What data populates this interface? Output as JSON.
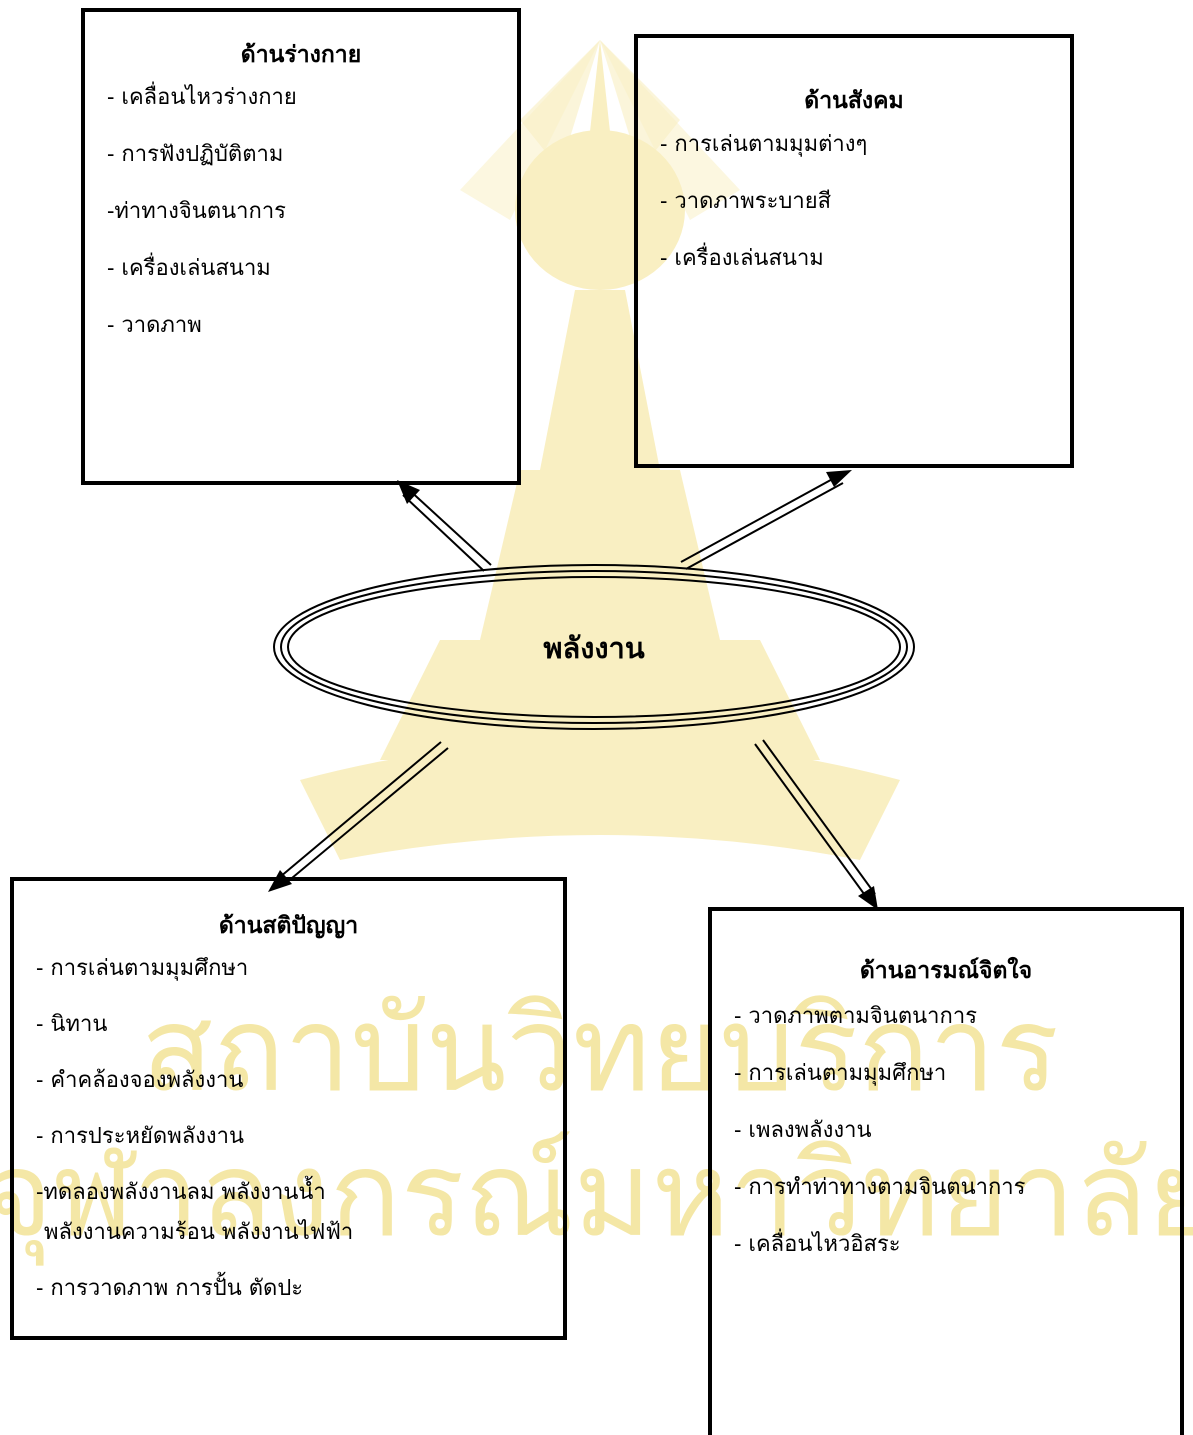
{
  "center": {
    "label": "พลังงาน"
  },
  "boxes": {
    "physical": {
      "title": "ด้านร่างกาย",
      "items": [
        "- เคลื่อนไหวร่างกาย",
        "- การฟังปฏิบัติตาม",
        "-ท่าทางจินตนาการ",
        "- เครื่องเล่นสนาม",
        "- วาดภาพ"
      ]
    },
    "social": {
      "title": "ด้านสังคม",
      "items": [
        "- การเล่นตามมุมต่างๆ",
        "- วาดภาพระบายสี",
        "- เครื่องเล่นสนาม"
      ]
    },
    "intellect": {
      "title": "ด้านสติปัญญา",
      "items": [
        "- การเล่นตามมุมศึกษา",
        "- นิทาน",
        "- คำคล้องจองพลังงาน",
        "- การประหยัดพลังงาน",
        "-ทดลองพลังงานลม  พลังงานน้ำ",
        "พลังงานความร้อน พลังงานไฟฟ้า",
        "- การวาดภาพ  การปั้น    ตัดปะ"
      ]
    },
    "emotion": {
      "title": "ด้านอารมณ์จิตใจ",
      "items": [
        "- วาดภาพตามจินตนาการ",
        "- การเล่นตามมุมศึกษา",
        "- เพลงพลังงาน",
        "- การทำท่าทางตามจินตนาการ",
        "- เคลื่อนไหวอิสระ"
      ]
    }
  },
  "watermark": {
    "line1": "สถาบันวิทยบริการ",
    "line2": "จุฬาลงกรณ์มหาวิทยาลัย",
    "color": "#f4e7a6",
    "seal_color": "#f9efc2"
  }
}
